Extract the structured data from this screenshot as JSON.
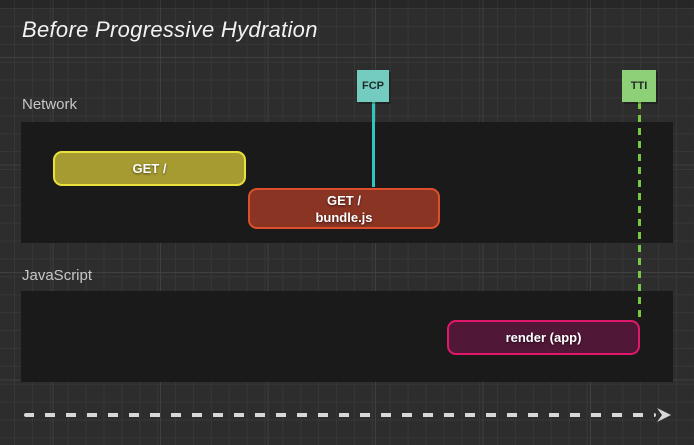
{
  "title": "Before Progressive Hydration",
  "lanes": {
    "network": {
      "label": "Network"
    },
    "javascript": {
      "label": "JavaScript"
    }
  },
  "markers": {
    "fcp": {
      "label": "FCP",
      "box_color": "#74cbc0",
      "line_color": "#2fc7bd"
    },
    "tti": {
      "label": "TTI",
      "box_color": "#8ed077",
      "line_color": "#77c943"
    }
  },
  "bars": {
    "get_root": {
      "label": "GET /",
      "fill": "#a69b31",
      "border": "#e9e23a"
    },
    "get_bundle": {
      "label_line1": "GET /",
      "label_line2": "bundle.js",
      "fill": "#8a3424",
      "border": "#dd4f2c"
    },
    "render_app": {
      "label": "render (app)",
      "fill": "#511737",
      "border": "#e2186d"
    }
  },
  "timeline": {
    "arrow_color": "#d8d8d8"
  },
  "background": {
    "base": "#2d2d2d",
    "lane_fill": "#1a1a1a"
  }
}
